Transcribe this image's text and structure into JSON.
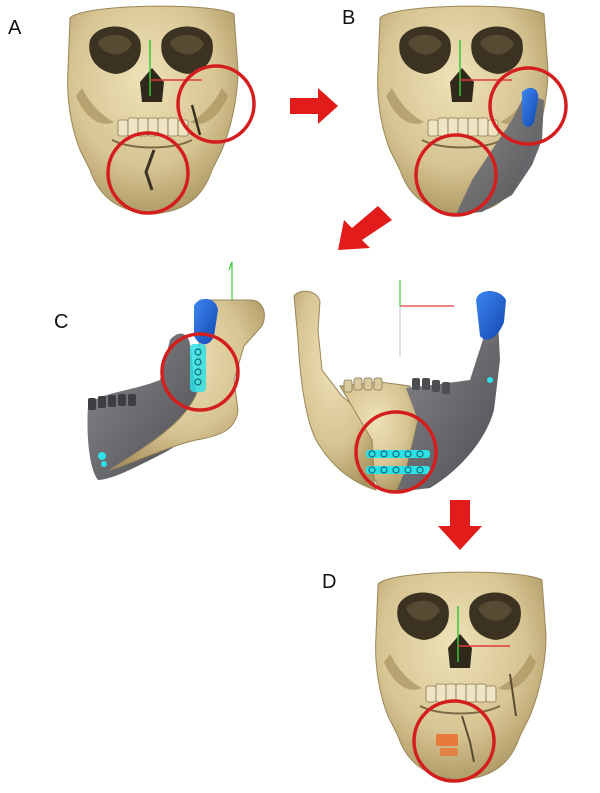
{
  "panels": {
    "a": {
      "label": "A"
    },
    "b": {
      "label": "B"
    },
    "c": {
      "label": "C"
    },
    "d": {
      "label": "D"
    }
  },
  "colors": {
    "bone": "#d9c99a",
    "bone_shadow": "#a89566",
    "dark_socket": "#3b3222",
    "graft_gray": "#6e6e72",
    "implant_blue": "#1f5fd6",
    "plate_cyan": "#2fe0e6",
    "marker_red": "#d41e1e",
    "orange_plate": "#e57a3a",
    "axis_green": "#39c639",
    "axis_red": "#e03a3a",
    "axis_blue": "#4a4ae0"
  },
  "icons": [
    "arrow-right-icon",
    "arrow-down-left-icon",
    "arrow-down-icon"
  ]
}
